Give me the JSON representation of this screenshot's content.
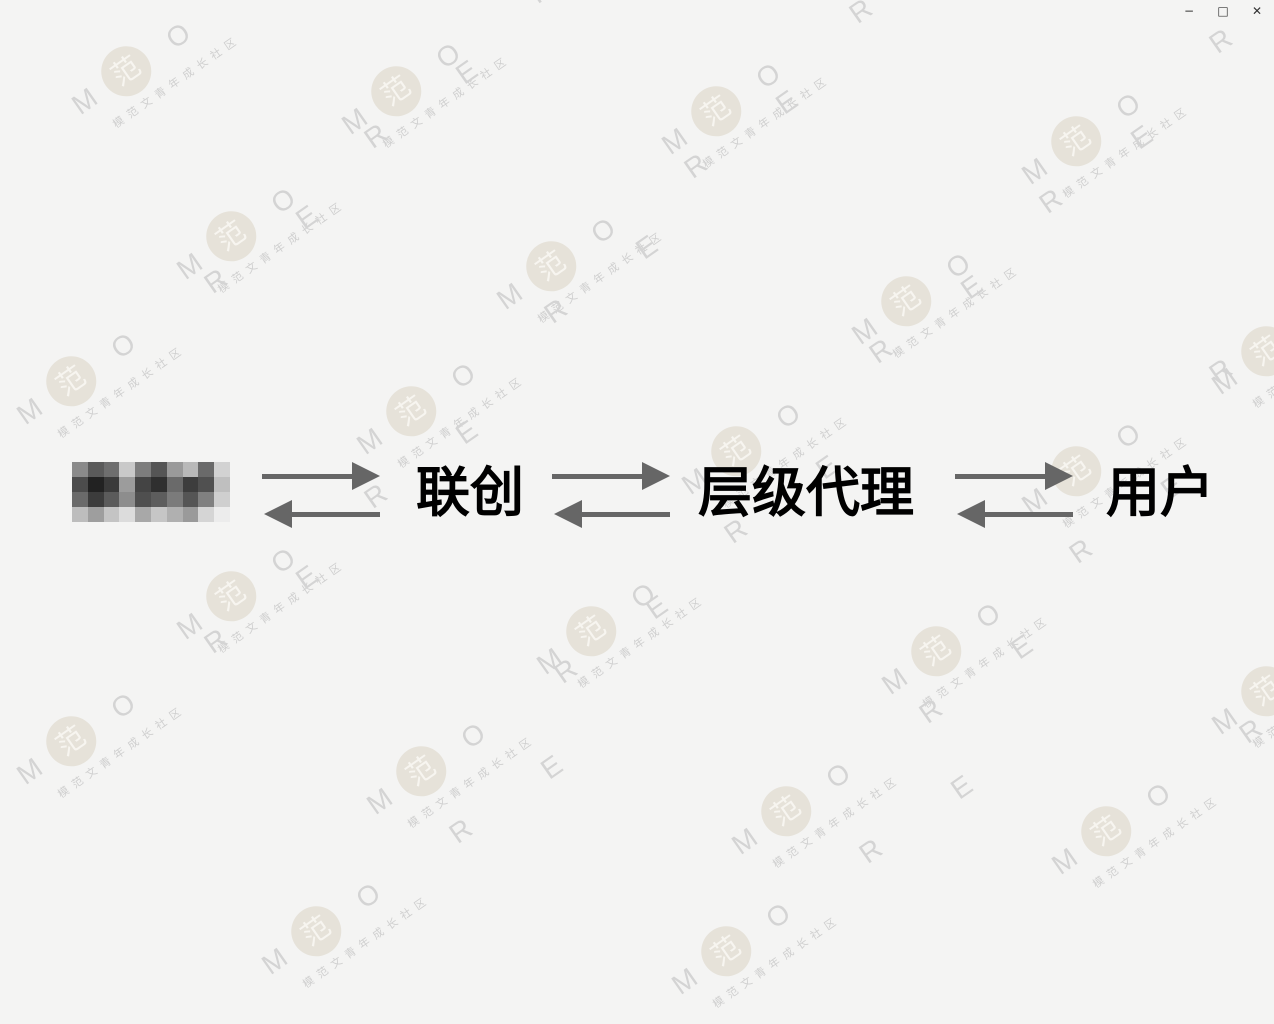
{
  "window": {
    "minimize_glyph": "−",
    "maximize_glyph": "□",
    "close_glyph": "✕"
  },
  "watermark": {
    "letters": "M O R E",
    "seal_char": "范",
    "subtitle": "模范文青年成长社区"
  },
  "diagram": {
    "nodes": [
      {
        "id": "redacted-source",
        "label": "",
        "redacted": true
      },
      {
        "id": "lianchuang",
        "label": "联创"
      },
      {
        "id": "tier-agent",
        "label": "层级代理"
      },
      {
        "id": "user",
        "label": "用户"
      }
    ],
    "connector": "bidirectional",
    "colors": {
      "arrow": "#666666",
      "text": "#000000",
      "background": "#f4f4f3"
    }
  }
}
